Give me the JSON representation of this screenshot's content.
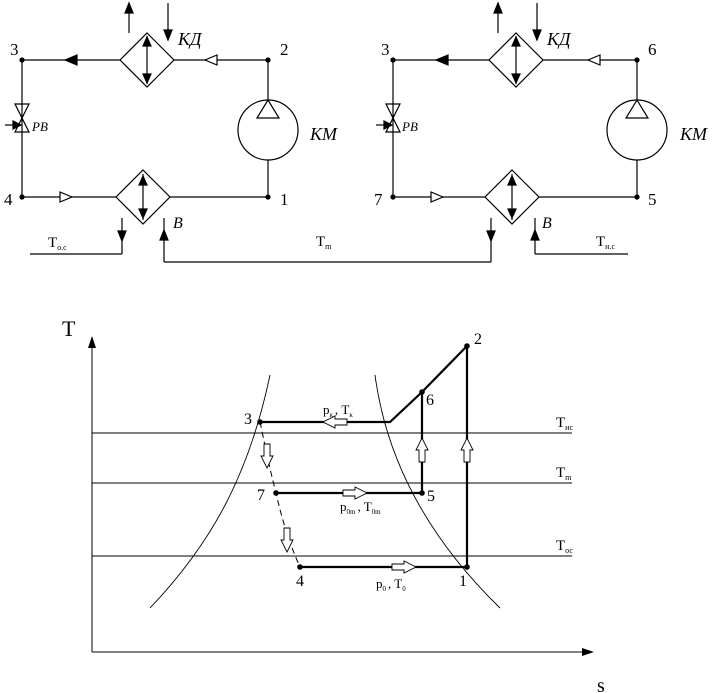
{
  "colors": {
    "ink": "#000000",
    "background": "#ffffff"
  },
  "scheme": {
    "left": {
      "points": [
        "3",
        "2",
        "4",
        "1"
      ],
      "condenser": "КД",
      "compressor": "КМ",
      "valve": "РВ",
      "evaporator": "В",
      "coolant_label": "T",
      "coolant_sub": "о.с"
    },
    "right": {
      "points": [
        "3",
        "6",
        "7",
        "5"
      ],
      "condenser": "КД",
      "compressor": "КМ",
      "valve": "РВ",
      "evaporator": "В",
      "coolant_label": "T",
      "coolant_sub": "и.с"
    },
    "link_label": "T",
    "link_sub": "m"
  },
  "ts_diagram": {
    "axis_t": "T",
    "axis_s": "s",
    "points": {
      "p1": "1",
      "p2": "2",
      "p3": "3",
      "p4": "4",
      "p5": "5",
      "p6": "6",
      "p7": "7"
    },
    "isotherms": [
      {
        "main": "T",
        "sub": "ис"
      },
      {
        "main": "T",
        "sub": "m"
      },
      {
        "main": "T",
        "sub": "ос"
      }
    ],
    "process_labels": {
      "high": {
        "p": "p",
        "p_sub": "к",
        "t": "T",
        "t_sub": "к"
      },
      "mid": {
        "p": "p",
        "p_sub": "0m",
        "t": "T",
        "t_sub": "0m"
      },
      "low": {
        "p": "p",
        "p_sub": "0",
        "t": "T",
        "t_sub": "0"
      }
    }
  }
}
